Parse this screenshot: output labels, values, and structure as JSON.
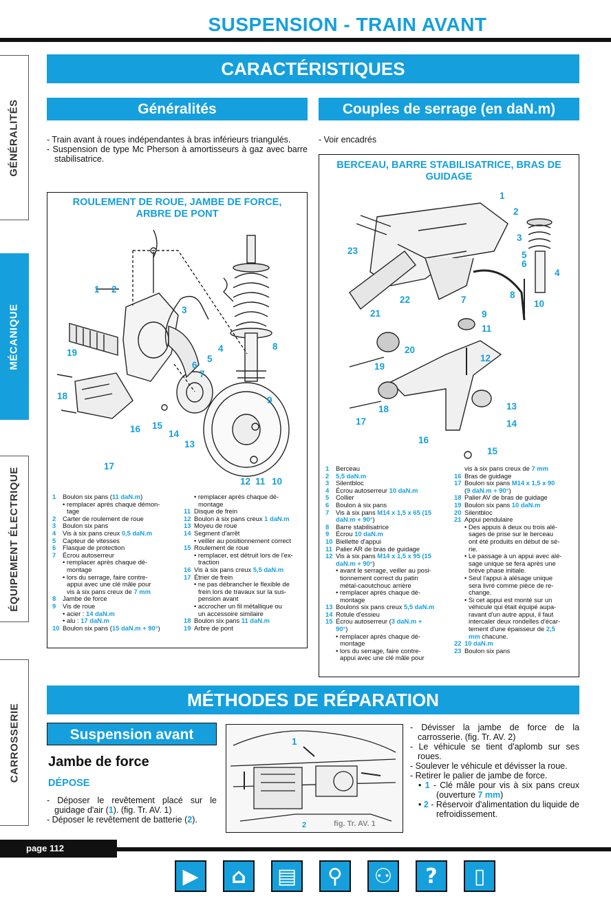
{
  "header": {
    "title": "SUSPENSION - TRAIN AVANT"
  },
  "sidebar": {
    "tabs": [
      {
        "label": "GÉNÉRALITÉS",
        "active": false
      },
      {
        "label": "MÉCANIQUE",
        "active": true
      },
      {
        "label": "ÉQUIPEMENT ÉLECTRIQUE",
        "active": false
      },
      {
        "label": "CARROSSERIE",
        "active": false
      }
    ]
  },
  "caracteristiques": {
    "title": "CARACTÉRISTIQUES"
  },
  "generalites": {
    "title": "Généralités",
    "items": [
      "Train avant à roues indépendantes à bras inférieurs triangulés.",
      "Suspension de type Mc Pherson à amortisseurs à gaz avec barre stabilisatrice."
    ]
  },
  "couples": {
    "title": "Couples de serrage (en daN.m)",
    "note": "Voir encadrés"
  },
  "box1": {
    "title": "ROULEMENT DE ROUE, JAMBE DE FORCE, ARBRE DE PONT",
    "callouts": [
      "1",
      "2",
      "3",
      "4",
      "5",
      "6",
      "7",
      "8",
      "9",
      "10",
      "11",
      "12",
      "13",
      "14",
      "15",
      "16",
      "17",
      "18",
      "19"
    ],
    "legend_left": [
      {
        "n": "1",
        "t": "Boulon six pans (",
        "v": "11 daN.m",
        "e": ")"
      },
      {
        "n": "",
        "t": "• remplacer après chaque démon-"
      },
      {
        "n": "",
        "t": "tage",
        "c": "ind2"
      },
      {
        "n": "2",
        "t": "Carter de roulement de roue"
      },
      {
        "n": "3",
        "t": "Boulon six pans"
      },
      {
        "n": "4",
        "t": "Vis à six pans creux ",
        "v": "0,5 daN.m"
      },
      {
        "n": "5",
        "t": "Capteur de vitesses"
      },
      {
        "n": "6",
        "t": "Flasque de protection"
      },
      {
        "n": "7",
        "t": "Écrou autoserreur"
      },
      {
        "n": "",
        "t": "• remplacer après chaque dé-"
      },
      {
        "n": "",
        "t": "montage",
        "c": "ind2"
      },
      {
        "n": "",
        "t": "• lors du serrage, faire contre-"
      },
      {
        "n": "",
        "t": "appui avec une clé mâle pour",
        "c": "ind2"
      },
      {
        "n": "",
        "t": "vis à six pans creux de ",
        "v": "7 mm",
        "c": "ind2"
      },
      {
        "n": "8",
        "t": "Jambe de force"
      },
      {
        "n": "9",
        "t": "Vis de roue"
      },
      {
        "n": "",
        "t": "• acier : ",
        "v": "14 daN.m"
      },
      {
        "n": "",
        "t": "• alu : ",
        "v": "17 daN.m"
      },
      {
        "n": "10",
        "t": "Boulon six pans (",
        "v": "15 daN.m + 90°",
        "e": ")"
      }
    ],
    "legend_right": [
      {
        "n": "",
        "t": "• remplacer après chaque dé-"
      },
      {
        "n": "",
        "t": "montage",
        "c": "ind2"
      },
      {
        "n": "11",
        "t": "Disque de frein"
      },
      {
        "n": "12",
        "t": "Boulon à six pans creux ",
        "v": "1 daN.m"
      },
      {
        "n": "13",
        "t": "Moyeu de roue"
      },
      {
        "n": "14",
        "t": "Segment d'arrêt"
      },
      {
        "n": "",
        "t": "• veiller au positionnement correct"
      },
      {
        "n": "15",
        "t": "Roulement de roue"
      },
      {
        "n": "",
        "t": "• remplacer, est détruit lors de l'ex-"
      },
      {
        "n": "",
        "t": "traction",
        "c": "ind2"
      },
      {
        "n": "16",
        "t": "Vis à six pans creux ",
        "v": "5,5 daN.m"
      },
      {
        "n": "17",
        "t": "Étrier de frein"
      },
      {
        "n": "",
        "t": "• ne pas débrancher le flexible de"
      },
      {
        "n": "",
        "t": "frein lors de travaux sur la sus-",
        "c": "ind2"
      },
      {
        "n": "",
        "t": "pension avant",
        "c": "ind2"
      },
      {
        "n": "",
        "t": "• accrocher un fil métallique ou"
      },
      {
        "n": "",
        "t": "un accessoire similaire",
        "c": "ind2"
      },
      {
        "n": "18",
        "t": "Boulon six pans ",
        "v": "11 daN.m"
      },
      {
        "n": "19",
        "t": "Arbre de pont"
      }
    ]
  },
  "box2": {
    "title": "BERCEAU, BARRE STABILISATRICE, BRAS DE GUIDAGE",
    "callouts": [
      "1",
      "2",
      "3",
      "4",
      "5",
      "6",
      "7",
      "8",
      "9",
      "10",
      "11",
      "12",
      "13",
      "14",
      "15",
      "16",
      "17",
      "18",
      "19",
      "20",
      "21",
      "22",
      "23"
    ],
    "legend_left": [
      {
        "n": "1",
        "t": "Berceau"
      },
      {
        "n": "2",
        "t": "",
        "v": "5,5 daN.m"
      },
      {
        "n": "3",
        "t": "Silentbloc"
      },
      {
        "n": "4",
        "t": "Écrou autoserreur ",
        "v": "10 daN.m"
      },
      {
        "n": "5",
        "t": "Collier"
      },
      {
        "n": "6",
        "t": "Boulon à six pans"
      },
      {
        "n": "7",
        "t": "Vis à six pans ",
        "v": "M14 x 1,5 x 65 (15"
      },
      {
        "n": "",
        "t": "",
        "v": "daN.m + 90°",
        "e": ")"
      },
      {
        "n": "8",
        "t": "Barre stabilisatrice"
      },
      {
        "n": "9",
        "t": "Écrou ",
        "v": "10 daN.m"
      },
      {
        "n": "10",
        "t": "Biellette d'appui"
      },
      {
        "n": "11",
        "t": "Palier AR de bras de guidage"
      },
      {
        "n": "12",
        "t": "Vis à six pans ",
        "v": "M14 x 1,5 x 95 (15"
      },
      {
        "n": "",
        "t": "",
        "v": "daN.m + 90°",
        "e": ")"
      },
      {
        "n": "",
        "t": "• avant le serrage, veiller au posi-"
      },
      {
        "n": "",
        "t": "tionnement correct du patin",
        "c": "ind2"
      },
      {
        "n": "",
        "t": "métal-caoutchouc arrière",
        "c": "ind2"
      },
      {
        "n": "",
        "t": "• remplacer après chaque dé-"
      },
      {
        "n": "",
        "t": "montage",
        "c": "ind2"
      },
      {
        "n": "13",
        "t": "Boulons six pans creux ",
        "v": "5,5 daN.m"
      },
      {
        "n": "14",
        "t": "Rotule d'essieu"
      },
      {
        "n": "15",
        "t": "Écrou autoserreur (",
        "v": "3 daN.m +"
      },
      {
        "n": "",
        "t": "",
        "v": "90°",
        "e": ")"
      },
      {
        "n": "",
        "t": "• remplacer après chaque dé-"
      },
      {
        "n": "",
        "t": "montage",
        "c": "ind2"
      },
      {
        "n": "",
        "t": "• lors du serrage, faire contre-"
      },
      {
        "n": "",
        "t": "appui avec une clé mâle pour",
        "c": "ind2"
      }
    ],
    "legend_right": [
      {
        "n": "",
        "t": "vis à six pans creux de ",
        "v": "7 mm"
      },
      {
        "n": "16",
        "t": "Bras de guidage"
      },
      {
        "n": "17",
        "t": "Boulon six pans ",
        "v": "M14 x 1,5 x 90"
      },
      {
        "n": "",
        "t": "(",
        "v": "9 daN.m + 90°",
        "e": ")"
      },
      {
        "n": "18",
        "t": "Palier AV de bras de guidage"
      },
      {
        "n": "19",
        "t": "Boulon six pans ",
        "v": "10 daN.m"
      },
      {
        "n": "20",
        "t": "Silentbloc"
      },
      {
        "n": "21",
        "t": "Appui pendulaire"
      },
      {
        "n": "",
        "t": "• Des appuis à deux ou trois alé-"
      },
      {
        "n": "",
        "t": "sages de prise sur le berceau",
        "c": "ind2"
      },
      {
        "n": "",
        "t": "ont été produits en début de sé-",
        "c": "ind2"
      },
      {
        "n": "",
        "t": "rie.",
        "c": "ind2"
      },
      {
        "n": "",
        "t": "• Le passage à un appui avec alé-"
      },
      {
        "n": "",
        "t": "sage unique se fera après une",
        "c": "ind2"
      },
      {
        "n": "",
        "t": "brève phase initiale.",
        "c": "ind2"
      },
      {
        "n": "",
        "t": "• Seul l'appui à alésage unique"
      },
      {
        "n": "",
        "t": "sera livré comme pièce de re-",
        "c": "ind2"
      },
      {
        "n": "",
        "t": "change.",
        "c": "ind2"
      },
      {
        "n": "",
        "t": "• Si cet appui est monté sur un"
      },
      {
        "n": "",
        "t": "véhicule qui était équipé aupa-",
        "c": "ind2"
      },
      {
        "n": "",
        "t": "ravant d'un autre appui, il faut",
        "c": "ind2"
      },
      {
        "n": "",
        "t": "intercaler deux rondelles d'écar-",
        "c": "ind2"
      },
      {
        "n": "",
        "t": "tement d'une épaisseur de ",
        "v": "2,5",
        "c": "ind2"
      },
      {
        "n": "",
        "t": "",
        "v": "mm",
        "e": " chacune.",
        "c": "ind2"
      },
      {
        "n": "22",
        "t": "",
        "v": "10 daN.m"
      },
      {
        "n": "23",
        "t": "Boulon six pans"
      }
    ]
  },
  "methodes": {
    "title": "MÉTHODES DE RÉPARATION"
  },
  "suspension_avant": {
    "title": "Suspension avant"
  },
  "jambe": {
    "title": "Jambe de force",
    "depose_title": "DÉPOSE",
    "steps_left": [
      {
        "t": "Déposer le revêtement placé sur le guidage d'air (",
        "v": "1",
        "e": "). (fig. Tr. AV. 1)"
      },
      {
        "t": "Déposer le revêtement de batterie (",
        "v": "2",
        "e": ")."
      }
    ],
    "steps_right": [
      {
        "t": "Dévisser la jambe de force de la carrosserie. (fig. Tr. AV. 2)"
      },
      {
        "t": "Le véhicule se tient d'aplomb sur ses roues."
      },
      {
        "t": "Soulever le véhicule et dévisser la roue."
      },
      {
        "t": "Retirer le palier de jambe de force."
      }
    ],
    "bullets": [
      {
        "n": "1",
        "t": " - Clé mâle pour vis à six pans creux (ouverture ",
        "v": "7 mm",
        "e": ")"
      },
      {
        "n": "2",
        "t": " - Réservoir d'alimentation du liquide de refroidissement."
      }
    ]
  },
  "figure": {
    "caption": "fig. Tr. AV. 1",
    "callouts": [
      "1",
      "2"
    ]
  },
  "footer": {
    "page": "page 112"
  },
  "nav": {
    "buttons": [
      {
        "name": "next-page-button",
        "icon": "play-arrow-icon",
        "glyph": "▶"
      },
      {
        "name": "home-button",
        "icon": "home-icon",
        "glyph": "⌂"
      },
      {
        "name": "print-button",
        "icon": "printer-icon",
        "glyph": "▤"
      },
      {
        "name": "search-button",
        "icon": "magnifier-icon",
        "glyph": "⚲"
      },
      {
        "name": "find-button",
        "icon": "binoculars-icon",
        "glyph": "⚇"
      },
      {
        "name": "help-button",
        "icon": "question-icon",
        "glyph": "?"
      },
      {
        "name": "exit-button",
        "icon": "door-exit-icon",
        "glyph": "▯"
      }
    ]
  },
  "colors": {
    "accent": "#159fdc",
    "text": "#111111"
  }
}
